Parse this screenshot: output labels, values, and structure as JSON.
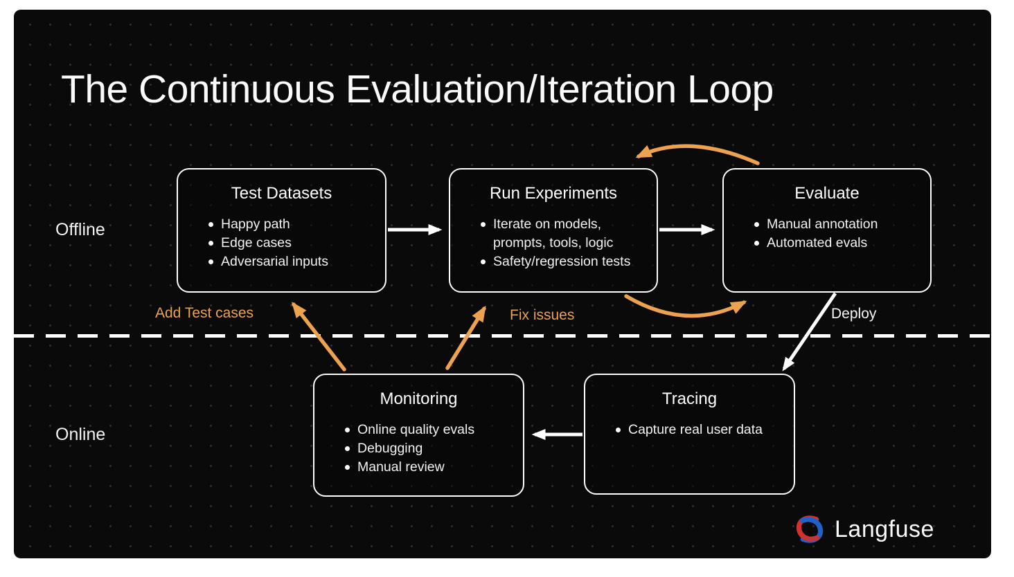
{
  "slide": {
    "title": "The Continuous Evaluation/Iteration Loop",
    "sections": {
      "offline": "Offline",
      "online": "Online"
    },
    "nodes": [
      {
        "id": "test-datasets",
        "title": "Test Datasets",
        "bullets": [
          "Happy path",
          "Edge cases",
          "Adversarial inputs"
        ]
      },
      {
        "id": "run-experiments",
        "title": "Run Experiments",
        "bullets": [
          "Iterate on models, prompts, tools, logic",
          "Safety/regression tests"
        ]
      },
      {
        "id": "evaluate",
        "title": "Evaluate",
        "bullets": [
          "Manual annotation",
          "Automated evals"
        ]
      },
      {
        "id": "monitoring",
        "title": "Monitoring",
        "bullets": [
          "Online quality evals",
          "Debugging",
          "Manual review"
        ]
      },
      {
        "id": "tracing",
        "title": "Tracing",
        "bullets": [
          "Capture real user data"
        ]
      }
    ],
    "edge_labels": {
      "add_test_cases": "Add Test cases",
      "fix_issues": "Fix issues",
      "deploy": "Deploy"
    },
    "logo": {
      "icon": "langfuse-knot-icon",
      "text": "Langfuse"
    },
    "colors": {
      "background": "#0A0A0A",
      "accent_orange": "#EDA24F",
      "line_white": "#FFFFFF",
      "logo_red": "#D03230",
      "logo_blue": "#2160C9"
    }
  }
}
